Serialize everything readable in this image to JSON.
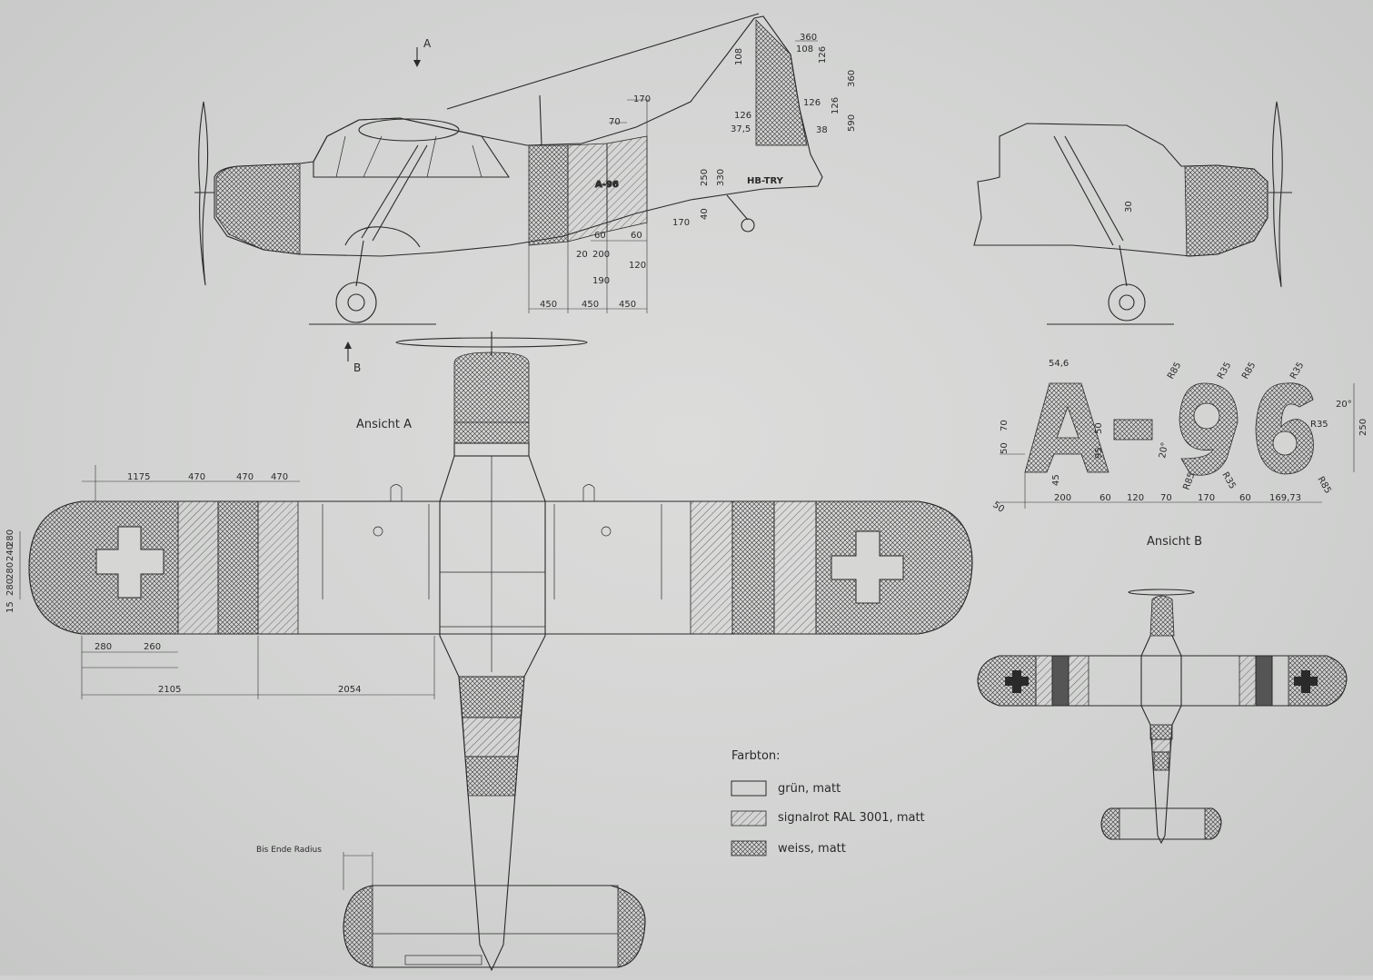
{
  "views": {
    "ansicht_a_label": "Ansicht A",
    "ansicht_b_label": "Ansicht B",
    "arrow_a": "A",
    "arrow_b": "B",
    "registration": "HB-TRY",
    "bis_ende_radius": "Bis Ende Radius"
  },
  "legend": {
    "title": "Farbton:",
    "items": [
      {
        "label": "grün, matt",
        "fill": "none"
      },
      {
        "label": "signalrot RAL 3001, matt",
        "fill": "red-hatch"
      },
      {
        "label": "weiss, matt",
        "fill": "white-crosshatch"
      }
    ]
  },
  "dimensions": {
    "tail": [
      "360",
      "108",
      "126",
      "108",
      "360",
      "126",
      "126",
      "37,5",
      "126",
      "590",
      "38"
    ],
    "fuselage_top": [
      "170",
      "70"
    ],
    "fuselage_side": [
      "250",
      "330",
      "40",
      "170",
      "60",
      "60",
      "20",
      "200",
      "120",
      "190"
    ],
    "fuselage_bottom": [
      "450",
      "450",
      "450"
    ],
    "front_view": [
      "30"
    ],
    "wing_top": [
      "1175",
      "470",
      "470",
      "470"
    ],
    "wing_left": [
      "280",
      "240",
      "280",
      "280",
      "15"
    ],
    "wing_bottom": [
      "280",
      "260",
      "2105",
      "2054"
    ],
    "lettering": [
      "54,6",
      "R85",
      "R35",
      "R85",
      "R35",
      "20°",
      "R35",
      "70",
      "50",
      "250",
      "95",
      "50",
      "45",
      "20°",
      "R85",
      "R35",
      "R85",
      "50",
      "200",
      "60",
      "120",
      "70",
      "170",
      "60",
      "169,73"
    ]
  },
  "lettering_sample": "A-96"
}
